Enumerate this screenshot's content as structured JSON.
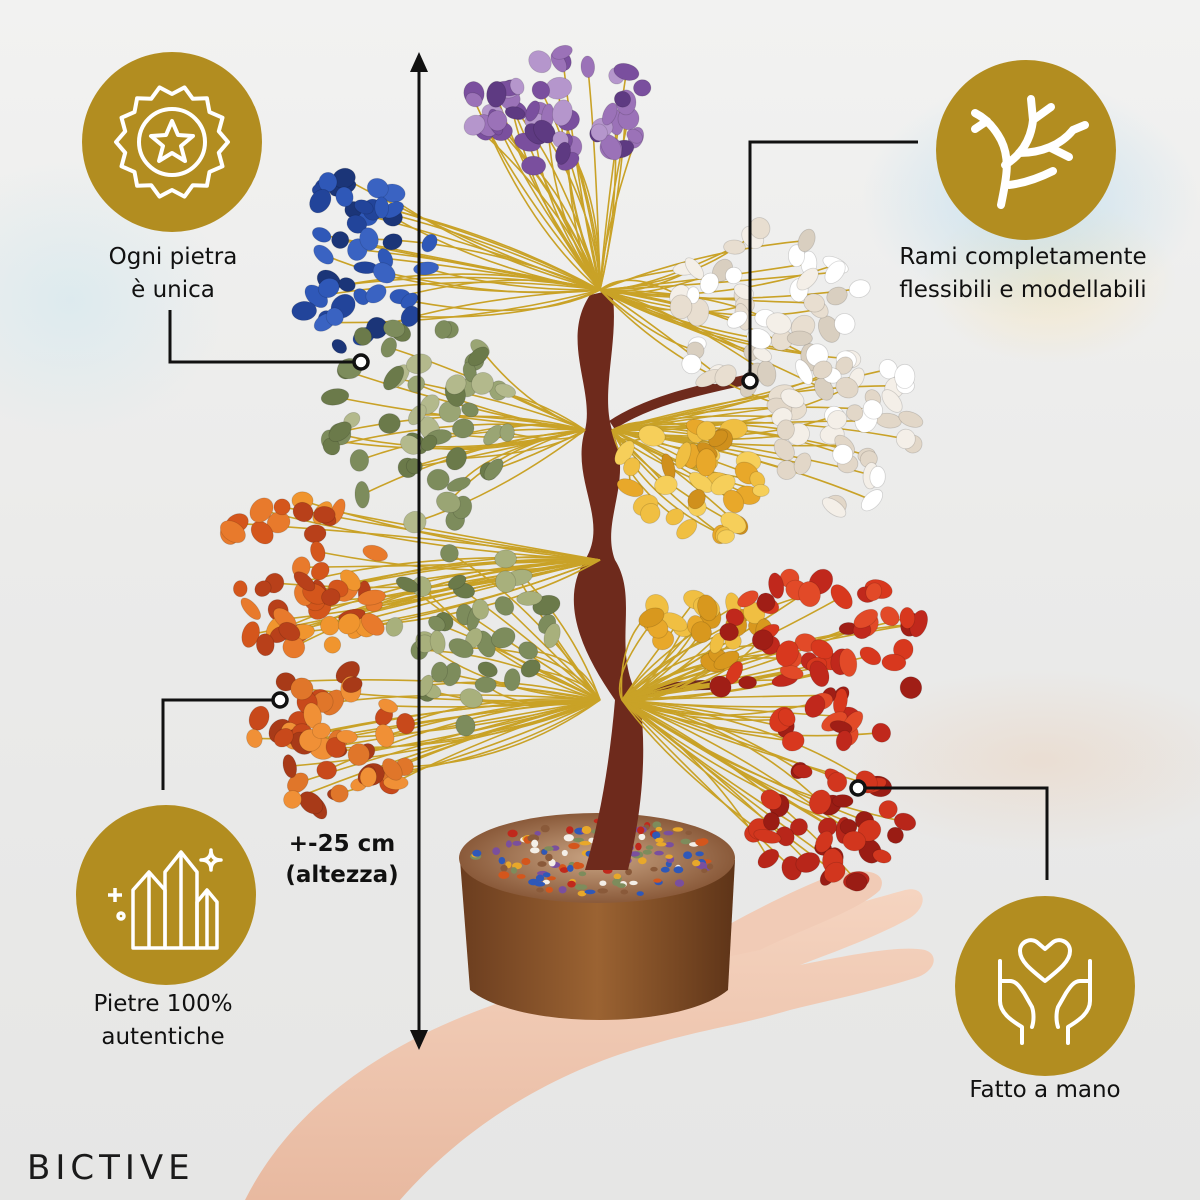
{
  "features": {
    "unique_stone": {
      "line1": "Ogni pietra",
      "line2": "è unica",
      "icon": "badge-star-icon"
    },
    "flexible_branches": {
      "line1": "Rami completamente",
      "line2": "flessibili e modellabili",
      "icon": "branch-icon"
    },
    "authentic_stones": {
      "line1": "Pietre 100%",
      "line2": "autentiche",
      "icon": "crystals-icon"
    },
    "handmade": {
      "line1": "Fatto a mano",
      "icon": "heart-hands-icon"
    }
  },
  "dimension": {
    "line1": "+-25 cm",
    "line2": "(altezza)"
  },
  "brand": {
    "name": "BICTIVE"
  },
  "colors": {
    "badge": "#b28d20",
    "line": "#111111",
    "text": "#111111"
  }
}
